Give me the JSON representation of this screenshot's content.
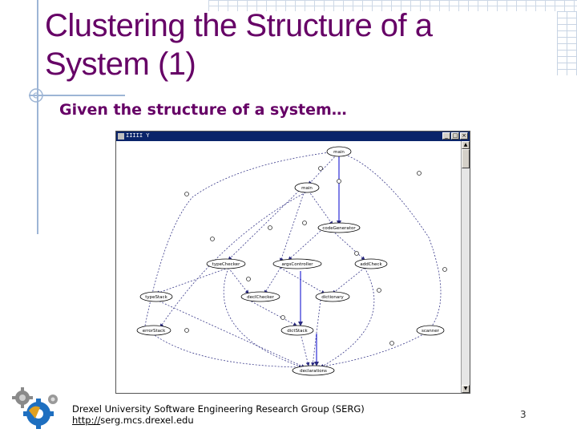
{
  "slide": {
    "title": "Clustering the Structure of a\nSystem (1)",
    "subtitle": "Given the structure of a system…",
    "page_number": "3"
  },
  "window": {
    "title": "IIIII Y",
    "buttons": [
      "_",
      "□",
      "×"
    ]
  },
  "footer": {
    "line1": "Drexel University Software Engineering Research Group (SERG)",
    "link_prefix": "http://",
    "link_rest": "serg.mcs.drexel.edu"
  },
  "graph": {
    "nodes": [
      {
        "id": "main",
        "label": "main"
      },
      {
        "id": "main2",
        "label": "main"
      },
      {
        "id": "codeGen",
        "label": "codeGenerator"
      },
      {
        "id": "typeCheck",
        "label": "typeChecker"
      },
      {
        "id": "argsCtrl",
        "label": "argsController"
      },
      {
        "id": "addCheck",
        "label": "addCheck"
      },
      {
        "id": "typeStack",
        "label": "typeStack"
      },
      {
        "id": "declChk",
        "label": "declChecker"
      },
      {
        "id": "dictionary",
        "label": "dictionary"
      },
      {
        "id": "errorStack",
        "label": "errorStack"
      },
      {
        "id": "dictStack",
        "label": "dictStack"
      },
      {
        "id": "scanner",
        "label": "scanner"
      },
      {
        "id": "declarations",
        "label": "declarations"
      }
    ]
  }
}
